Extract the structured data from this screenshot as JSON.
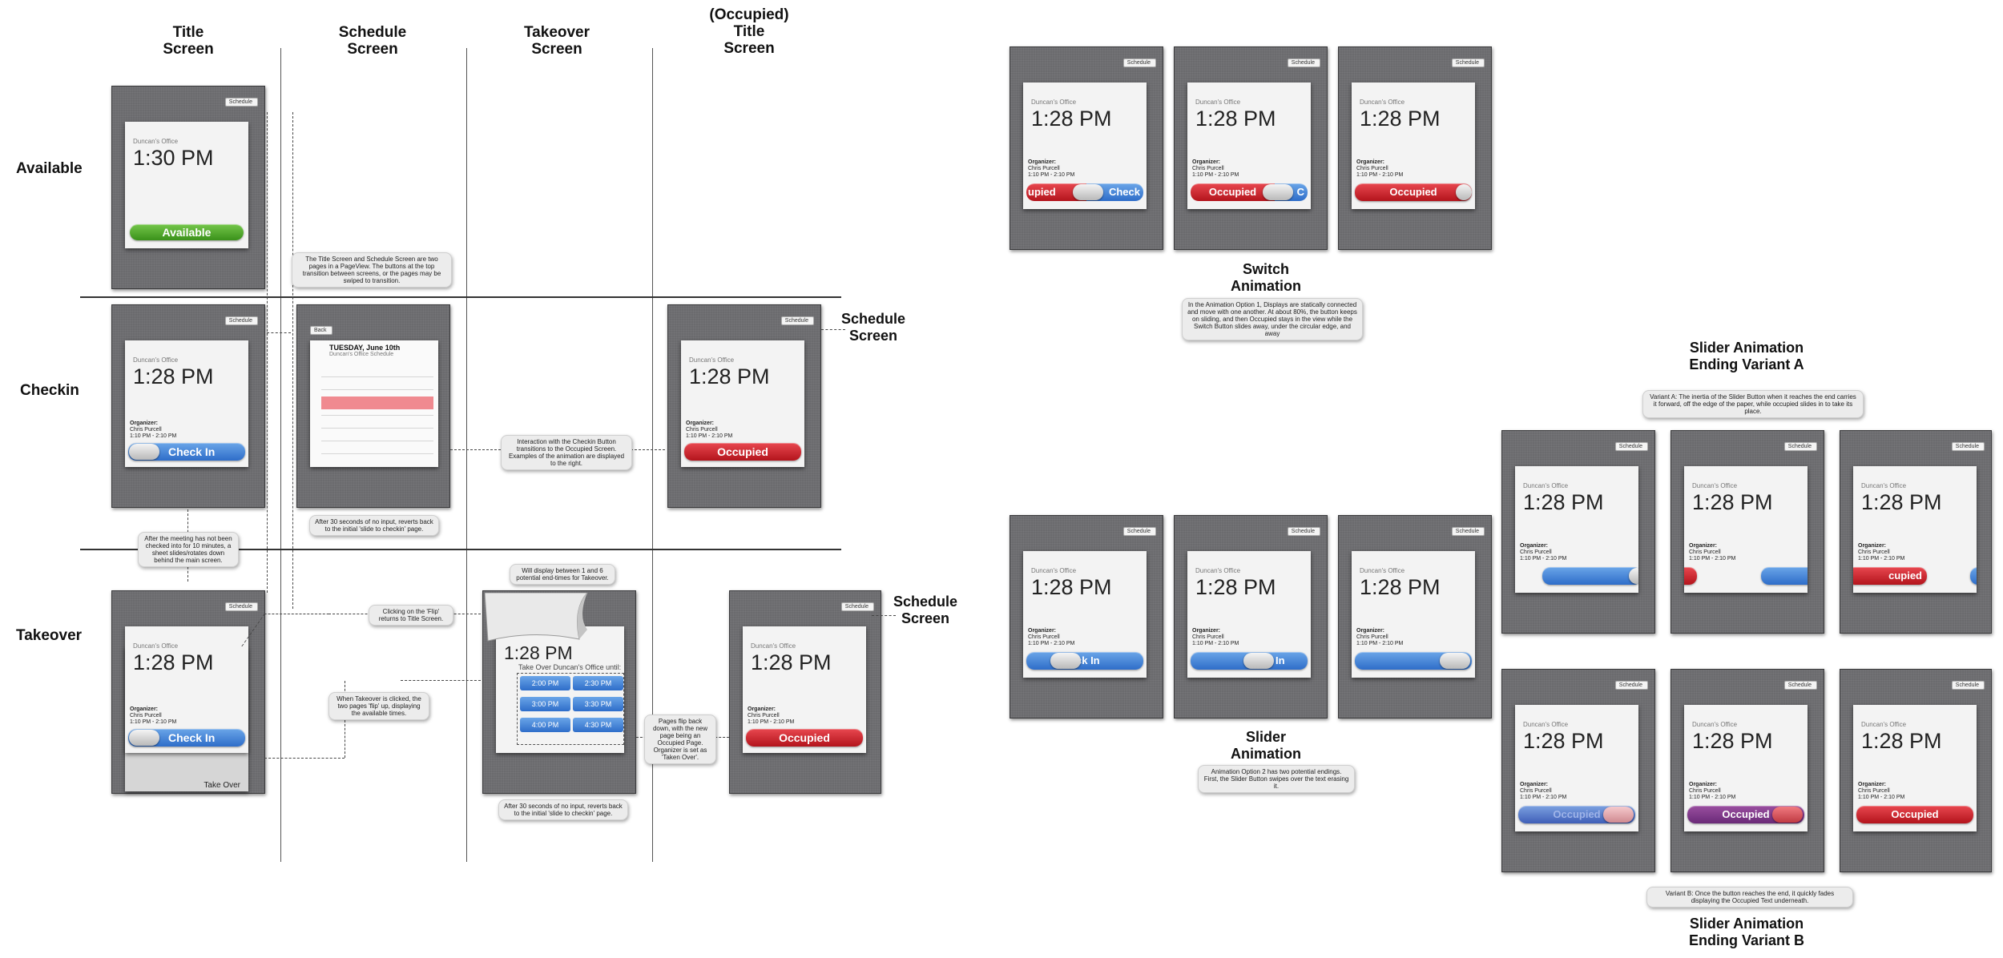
{
  "columns": {
    "title_screen": "Title\nScreen",
    "schedule_screen": "Schedule\nScreen",
    "takeover_screen": "Takeover\nScreen",
    "occupied_title_screen": "(Occupied)\nTitle\nScreen"
  },
  "rows": {
    "available": "Available",
    "checkin": "Checkin",
    "takeover": "Takeover"
  },
  "side_labels": {
    "schedule_screen_1": "Schedule\nScreen",
    "schedule_screen_2": "Schedule\nScreen"
  },
  "device": {
    "tab_schedule": "Schedule",
    "tab_back": "Back",
    "room": "Duncan's Office",
    "time_available": "1:30 PM",
    "time": "1:28 PM",
    "organizer_label": "Organizer:",
    "organizer_name": "Chris Purcell",
    "organizer_time": "1:10 PM - 2:10 PM",
    "available_label": "Available",
    "checkin_label": "Check In",
    "occupied_label": "Occupied",
    "take_over_tab": "Take Over",
    "schedule_date": "TUESDAY, June 10th",
    "schedule_sub": "Duncan's Office Schedule",
    "takeover_prompt": "Take Over Duncan's Office until:",
    "slots": [
      "2:00 PM",
      "2:30 PM",
      "3:00 PM",
      "3:30 PM",
      "4:00 PM",
      "4:30 PM"
    ]
  },
  "notes": {
    "pageview": "The Title Screen and Schedule Screen are two pages in a PageView. The buttons at the top transition between screens, or the pages may be swiped to transition.",
    "interaction": "Interaction with the Checkin Button transitions to the Occupied Screen. Examples of the animation are displayed to the right.",
    "revert1": "After 30 seconds of no input, reverts back to the initial 'slide to checkin' page.",
    "not_checked": "After the meeting has not been checked into for 10 minutes, a sheet slides/rotates down behind the main screen.",
    "between": "Will display between 1 and 6 potential end-times for Takeover.",
    "flip": "Clicking on the 'Flip' returns to Title Screen.",
    "takeover_click": "When Takeover is clicked, the two pages 'flip' up, displaying the available times.",
    "pages_flip": "Pages flip back down, with the new page being an Occupied Page. Organizer is set as 'Taken Over'.",
    "revert2": "After 30 seconds of no input, reverts back to the initial 'slide to checkin' page.",
    "switch_desc": "In the Animation Option 1, Displays are statically connected and move with one another. At about 80%, the button keeps on sliding, and then Occupied stays in the view while the Switch Button slides away, under the circular edge, and away",
    "slider_desc": "Animation Option 2 has two potential endings. First, the Slider Button swipes over the text erasing it.",
    "variant_a_desc": "Variant A: The inertia of the Slider Button when it reaches the end carries it forward, off the edge of the paper, while occupied slides in to take its place.",
    "variant_b_desc": "Variant B: Once the button reaches the end, it quickly fades displaying the Occupied Text underneath."
  },
  "sections": {
    "switch_animation": "Switch\nAnimation",
    "slider_animation": "Slider\nAnimation",
    "variant_a": "Slider Animation\nEnding Variant A",
    "variant_b": "Slider Animation\nEnding Variant B"
  },
  "partial_text": {
    "upied": "upied",
    "check_short": "Check",
    "c_short": "C",
    "ck_in": "ck In",
    "in_short": "In",
    "cupied": "cupied"
  },
  "colors": {
    "blue": "#2e6dc9",
    "red": "#c01820",
    "green": "#4aa52a",
    "device": "#6b6b6e"
  }
}
